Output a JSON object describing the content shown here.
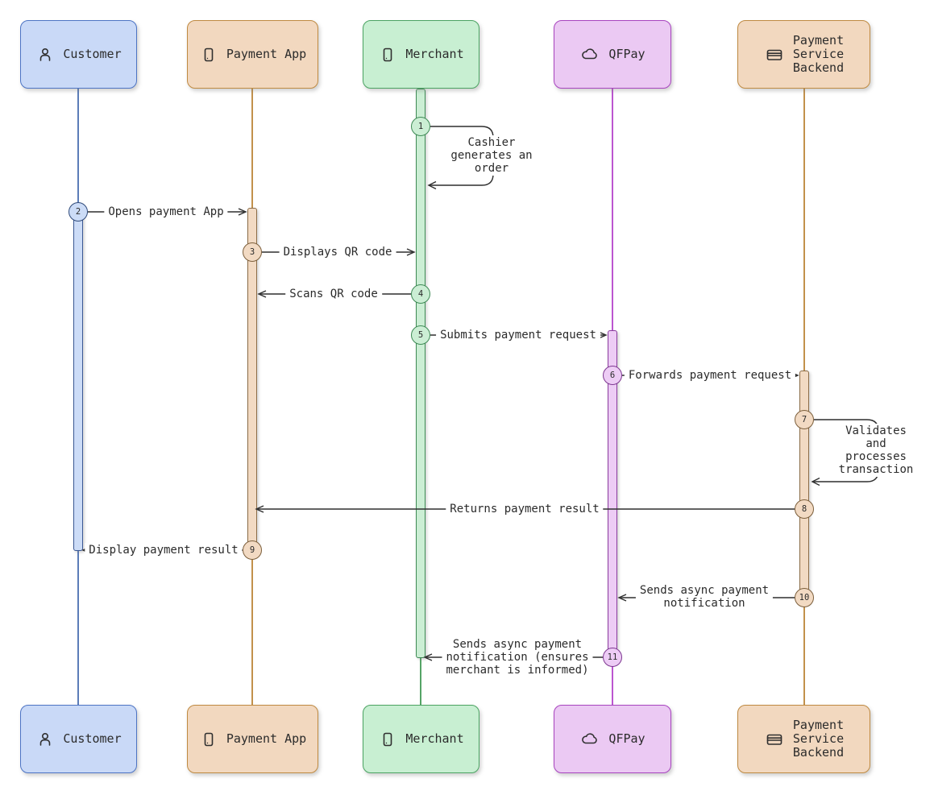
{
  "diagram": {
    "type": "sequence",
    "actors": [
      {
        "name": "Customer",
        "icon": "person-icon",
        "fill": "#c9d9f7",
        "border": "#4d74c4"
      },
      {
        "name": "Payment App",
        "icon": "mobile-icon",
        "fill": "#f2d8bf",
        "border": "#bf8a42"
      },
      {
        "name": "Merchant",
        "icon": "mobile-icon",
        "fill": "#c8efd2",
        "border": "#4ba362"
      },
      {
        "name": "QFPay",
        "icon": "cloud-icon",
        "fill": "#ebc9f3",
        "border": "#a844bf"
      },
      {
        "name": "Payment\nService\nBackend",
        "icon": "card-icon",
        "fill": "#f2d8bf",
        "border": "#bf8a42"
      }
    ],
    "messages": [
      {
        "seq": "1",
        "from": "Merchant",
        "to": "Merchant",
        "label": "Cashier\ngenerates an\norder"
      },
      {
        "seq": "2",
        "from": "Customer",
        "to": "Payment App",
        "label": "Opens payment App"
      },
      {
        "seq": "3",
        "from": "Payment App",
        "to": "Merchant",
        "label": "Displays QR code"
      },
      {
        "seq": "4",
        "from": "Merchant",
        "to": "Payment App",
        "label": "Scans QR code"
      },
      {
        "seq": "5",
        "from": "Merchant",
        "to": "QFPay",
        "label": "Submits payment request"
      },
      {
        "seq": "6",
        "from": "QFPay",
        "to": "Payment Service Backend",
        "label": "Forwards payment request"
      },
      {
        "seq": "7",
        "from": "Payment Service Backend",
        "to": "Payment Service Backend",
        "label": "Validates\nand\nprocesses\ntransaction"
      },
      {
        "seq": "8",
        "from": "Payment Service Backend",
        "to": "Payment App",
        "label": "Returns payment result"
      },
      {
        "seq": "9",
        "from": "Payment App",
        "to": "Customer",
        "label": "Display payment result"
      },
      {
        "seq": "10",
        "from": "Payment Service Backend",
        "to": "QFPay",
        "label": "Sends async payment\nnotification"
      },
      {
        "seq": "11",
        "from": "QFPay",
        "to": "Merchant",
        "label": "Sends async payment\nnotification (ensures\nmerchant is informed)"
      }
    ],
    "colors": {
      "line": "#2f2f2f",
      "customer_fill": "#c9d9f7",
      "payment_app_fill": "#f2d8bf",
      "merchant_fill": "#c8efd2",
      "qfpay_fill": "#ebc9f3",
      "backend_fill": "#f2d8bf"
    }
  }
}
